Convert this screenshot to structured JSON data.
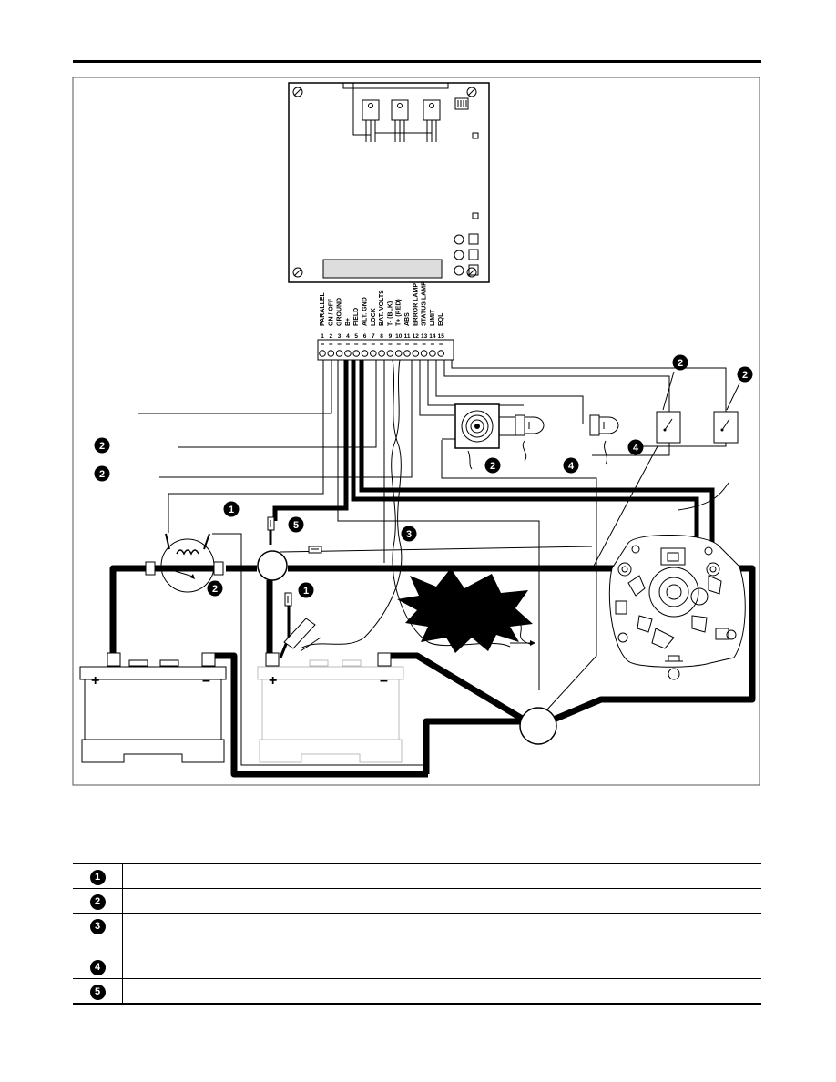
{
  "terminal_labels": [
    "PARALLEL",
    "ON / OFF",
    "GROUND",
    "B+",
    "FIELD",
    "ALT. GND",
    "LOCK",
    "BAT. VOLTS",
    "T- (BLK)",
    "T+ (RED)",
    "ABS",
    "ERROR LAMP",
    "STATUS LAMP",
    "LIMIT",
    "EQL"
  ],
  "terminal_numbers": [
    "1",
    "2",
    "3",
    "4",
    "5",
    "6",
    "7",
    "8",
    "9",
    "10",
    "11",
    "12",
    "13",
    "14",
    "15"
  ],
  "callouts": {
    "c1a": "1",
    "c1b": "1",
    "c2a": "2",
    "c2b": "2",
    "c2c": "2",
    "c2d": "2",
    "c2e": "2",
    "c2f": "2",
    "c3": "3",
    "c4a": "4",
    "c4b": "4",
    "c5": "5"
  },
  "battery_signs": {
    "plus": "+",
    "minus": "–"
  },
  "legend": {
    "rows": [
      {
        "num": "1",
        "text": ""
      },
      {
        "num": "2",
        "text": ""
      },
      {
        "num": "3",
        "text": ""
      },
      {
        "num": "4",
        "text": ""
      },
      {
        "num": "5",
        "text": ""
      }
    ]
  }
}
